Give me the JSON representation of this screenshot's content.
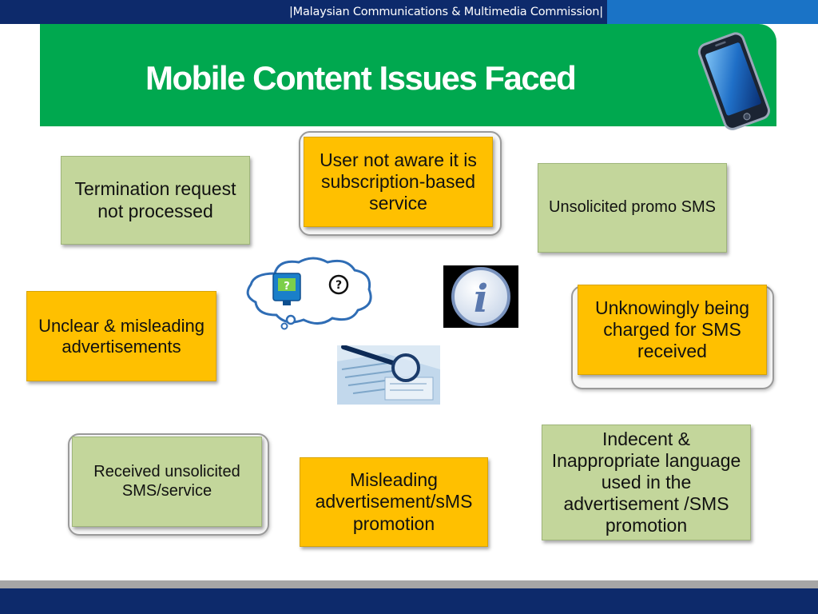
{
  "header": {
    "organization": "|Malaysian Communications & Multimedia Commission|",
    "title": "Mobile Content  Issues Faced"
  },
  "issues": {
    "termination": "Termination request not processed",
    "not_aware": "User not aware it is subscription-based service",
    "unsolicited_promo": "Unsolicited promo SMS",
    "unclear": "Unclear & misleading advertisements",
    "unknowingly_charged": "Unknowingly being charged for SMS received",
    "received_unsolicited": "Received unsolicited SMS/service",
    "misleading_promo": "Misleading advertisement/sMS promotion",
    "indecent": "Indecent & Inappropriate language used in the advertisement /SMS promotion"
  },
  "colors": {
    "green_box": "#c3d69b",
    "orange_box": "#ffc000",
    "header_green": "#00a84f",
    "navy": "#0d2a6b",
    "blue": "#1a73c6"
  },
  "icons": [
    "phone-icon",
    "thought-cloud-icon",
    "info-icon",
    "magnifier-icon"
  ]
}
